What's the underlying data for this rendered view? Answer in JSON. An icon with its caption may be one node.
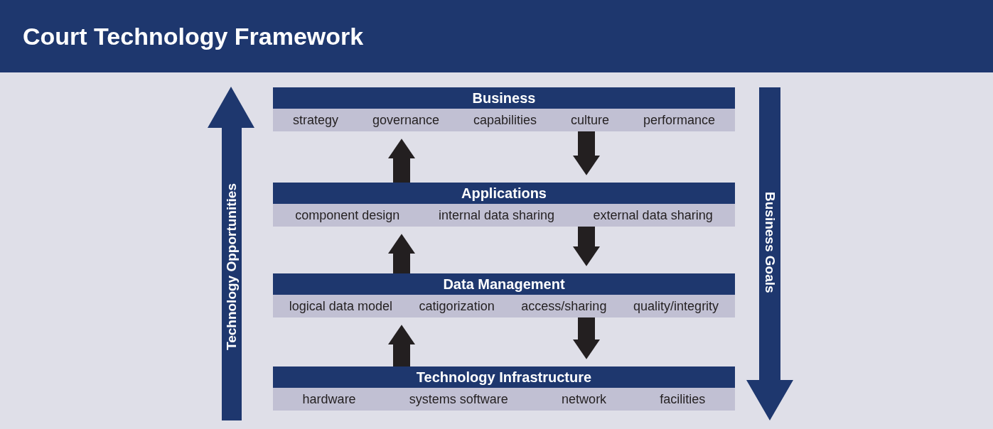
{
  "diagram": {
    "title": "Court Technology Framework",
    "nodes": [
      {
        "text": [
          "Business",
          "strategy",
          "governance",
          "capabilities",
          "culture",
          "performance"
        ]
      },
      {
        "text": [
          "Applications",
          "component design",
          "internal data sharing",
          "external data sharing"
        ]
      },
      {
        "text": [
          "Data Management",
          "logical data model",
          "catigorization",
          "access/sharing",
          "quality/integrity"
        ]
      },
      {
        "text": [
          "Technology Infrastructure",
          "hardware",
          "systems software",
          "network",
          "facilities"
        ]
      }
    ],
    "edges": [
      {
        "from": 1,
        "to": 0,
        "arrow": "to"
      },
      {
        "from": 0,
        "to": 1,
        "arrow": "to"
      },
      {
        "from": 2,
        "to": 1,
        "arrow": "to"
      },
      {
        "from": 1,
        "to": 2,
        "arrow": "to"
      },
      {
        "from": 3,
        "to": 2,
        "arrow": "to"
      },
      {
        "from": 2,
        "to": 3,
        "arrow": "to"
      }
    ],
    "labels": [
      "Technology Opportunities",
      "Business Goals"
    ]
  }
}
